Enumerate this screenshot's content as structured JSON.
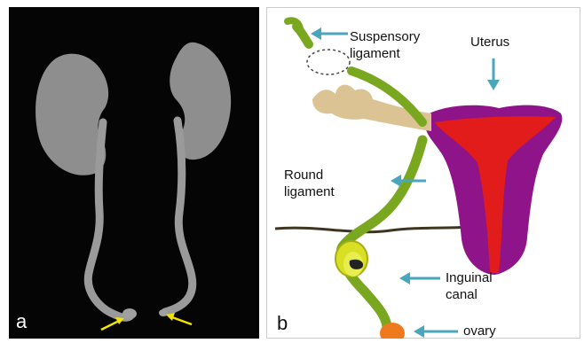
{
  "panel_a": {
    "letter": "a",
    "colors": {
      "background": "#050505",
      "organ": "#9a9a9a",
      "arrow": "#f2e400"
    }
  },
  "panel_b": {
    "letter": "b",
    "labels": {
      "suspensory": [
        "Suspensory",
        "ligament"
      ],
      "uterus": "Uterus",
      "round": [
        "Round",
        "ligament"
      ],
      "inguinal": [
        "Inguinal",
        "canal"
      ],
      "ovary": "ovary"
    },
    "colors": {
      "ligament": "#7aa720",
      "uterus_outer": "#8f148a",
      "uterus_inner": "#e21b1b",
      "tube": "#dcc394",
      "canal": "#d9df22",
      "ovary": "#ef7a1e",
      "arrow": "#4aa6bd",
      "line": "#3d3520"
    }
  }
}
